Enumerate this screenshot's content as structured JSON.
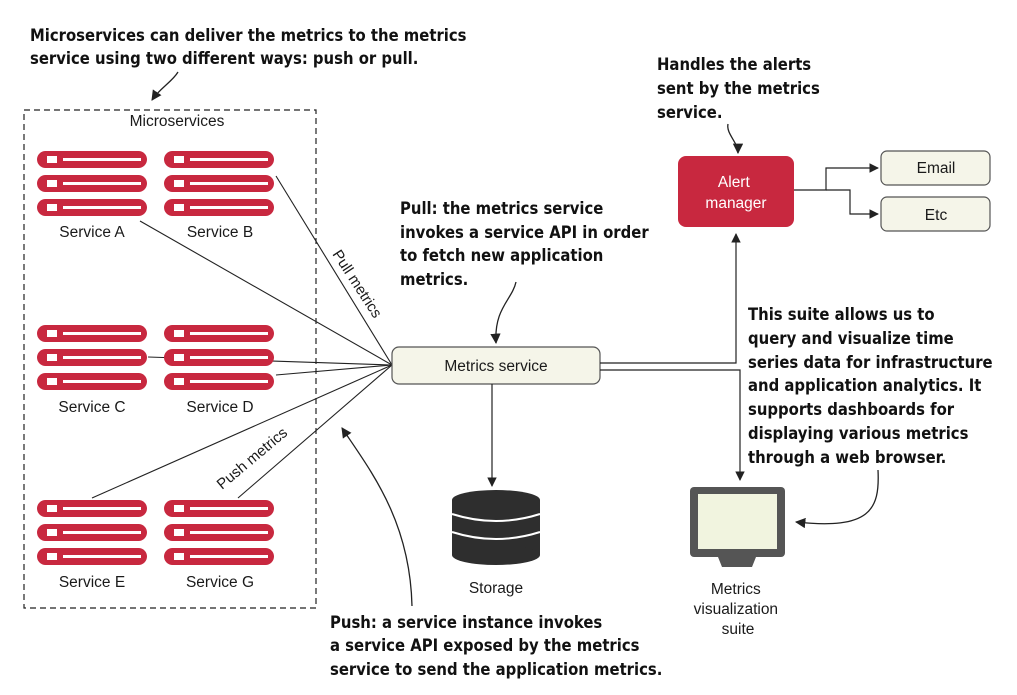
{
  "notes": {
    "top_left": [
      "Microservices can deliver the metrics to the metrics",
      "service using two different ways: push or pull."
    ],
    "alerts": [
      "Handles the alerts",
      "sent by the metrics",
      "service."
    ],
    "pull": [
      "Pull: the metrics service",
      "invokes a service API in order",
      "to fetch new application",
      "metrics."
    ],
    "suite": [
      "This suite allows us to",
      "query and visualize time",
      "series data for infrastructure",
      "and application analytics. It",
      "supports dashboards for",
      "displaying various metrics",
      "through a web browser."
    ],
    "push": [
      "Push: a service instance invokes",
      "a service API exposed by the metrics",
      "service to send the application metrics."
    ]
  },
  "microservices": {
    "group_label": "Microservices",
    "services": [
      "Service A",
      "Service B",
      "Service C",
      "Service D",
      "Service E",
      "Service G"
    ]
  },
  "edge_labels": {
    "pull": "Pull metrics",
    "push": "Push metrics"
  },
  "nodes": {
    "metrics_service": "Metrics service",
    "alert_manager": [
      "Alert",
      "manager"
    ],
    "email": "Email",
    "etc": "Etc",
    "storage": "Storage",
    "visualization": [
      "Metrics",
      "visualization",
      "suite"
    ]
  },
  "icons": {
    "server": "server-stack-icon",
    "database": "database-icon",
    "monitor": "monitor-icon"
  },
  "colors": {
    "server_red": "#c8283f",
    "alert_red": "#c8283f",
    "box_fill": "#f5f5e9",
    "monitor_frame": "#555555",
    "monitor_screen": "#f1f4df",
    "storage_dark": "#2e2e2e"
  }
}
